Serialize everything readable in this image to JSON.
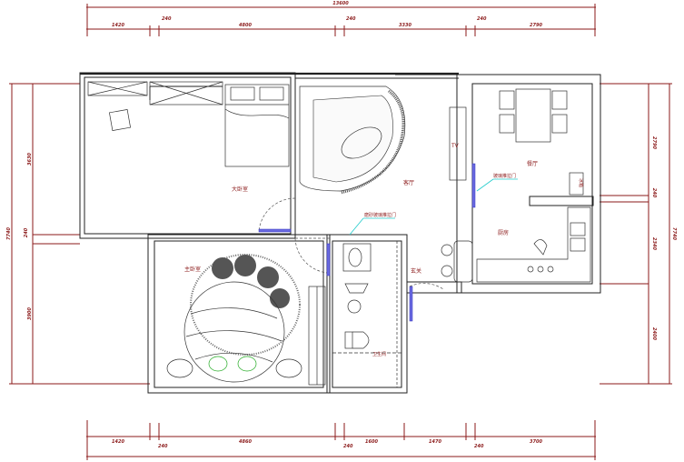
{
  "dimensions": {
    "top_total": "13600",
    "top": [
      "1420",
      "240",
      "4800",
      "240",
      "3330",
      "240",
      "2790"
    ],
    "bottom": [
      "1420",
      "240",
      "4860",
      "240",
      "1600",
      "1470",
      "240",
      "3700"
    ],
    "left_total": "7740",
    "left": [
      "3630",
      "240",
      "3900"
    ],
    "right_total": "7740",
    "right": [
      "2790",
      "240",
      "2340",
      "2400"
    ]
  },
  "rooms": {
    "master_bedroom": "大卧室",
    "living_room": "客厅",
    "main_bedroom": "主卧室",
    "foyer": "玄关",
    "dining": "餐厅",
    "kitchen": "厨房",
    "bathroom": "卫生间"
  },
  "annotations": {
    "tv": "TV",
    "sliding_door_bath": "磨砂玻璃推拉门",
    "sliding_door_dining": "玻璃推拉门",
    "fridge": "冰箱"
  },
  "colors": {
    "dimension": "#8b1a1a",
    "glass": "#6a6ae0",
    "leader": "#22cccc"
  }
}
